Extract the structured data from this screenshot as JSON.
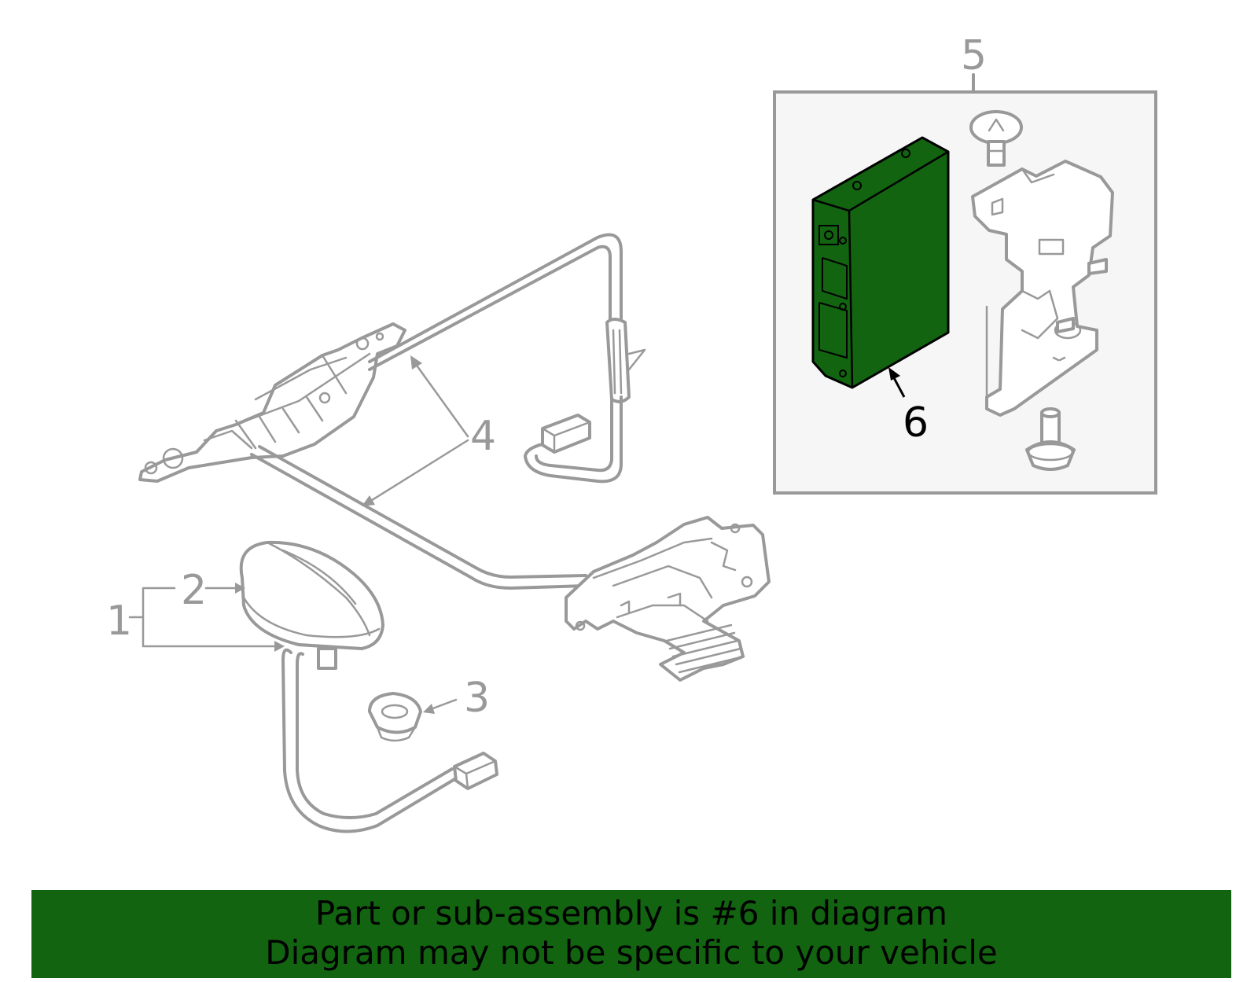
{
  "diagram": {
    "callouts": {
      "c1": "1",
      "c2": "2",
      "c3": "3",
      "c4": "4",
      "c5": "5",
      "c6": "6"
    },
    "highlighted_callout": "6"
  },
  "banner": {
    "line1": "Part or sub-assembly is #6 in diagram",
    "line2": "Diagram may not be specific to your vehicle",
    "color": "#126410"
  },
  "colors": {
    "highlight_part": "#126410",
    "linework": "#999999",
    "subassembly_box_fill": "#f6f6f6"
  }
}
